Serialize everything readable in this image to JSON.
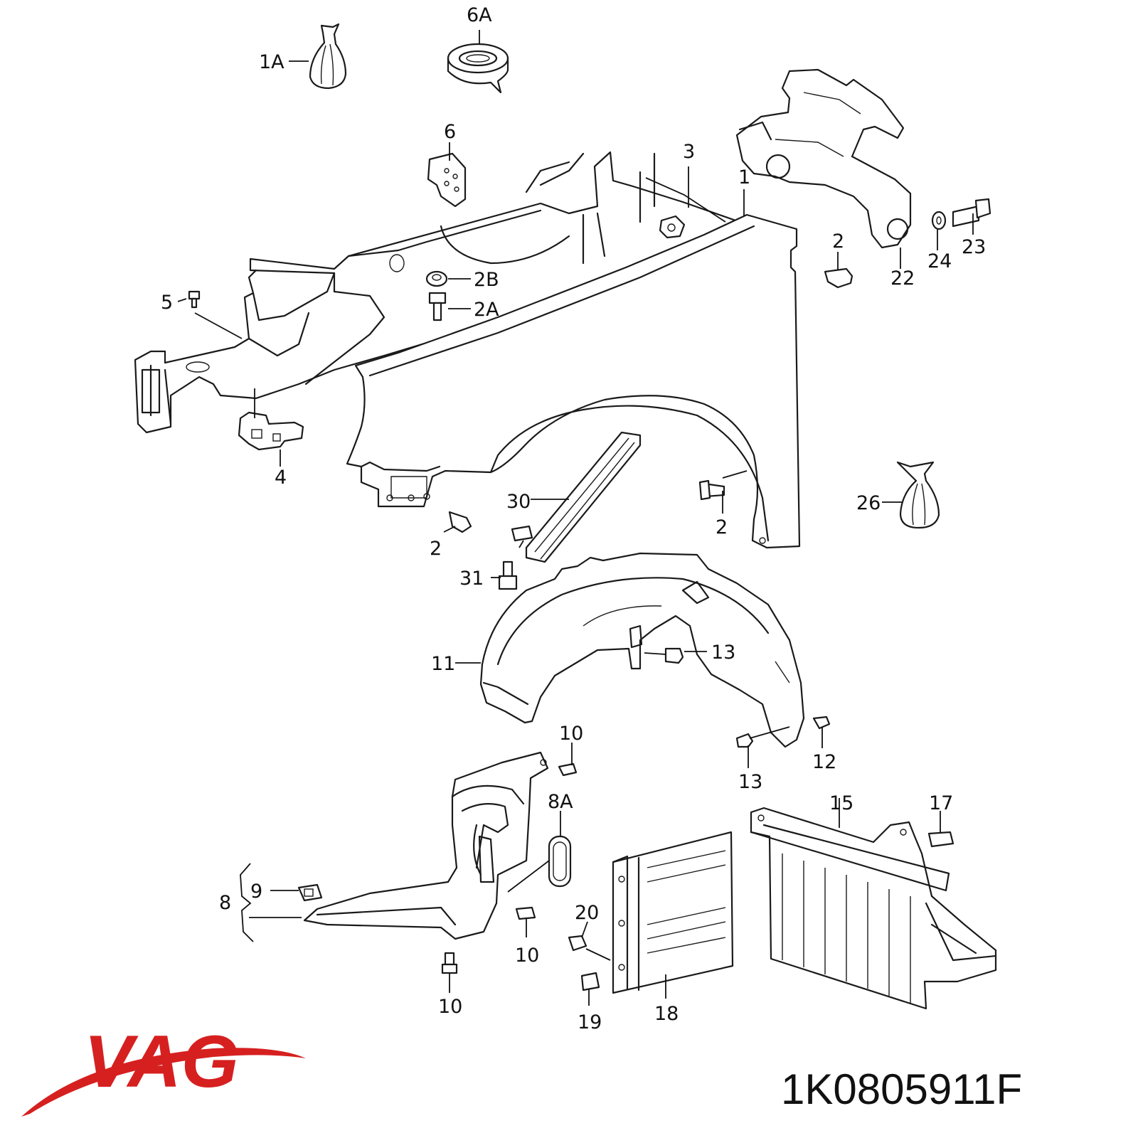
{
  "brand": {
    "logo_text": "VAG",
    "color": "#d62020"
  },
  "part_number": "1K0805911F",
  "labels": [
    {
      "key": "lbl-1A",
      "text": "1A"
    },
    {
      "key": "lbl-6A",
      "text": "6A"
    },
    {
      "key": "lbl-6",
      "text": "6"
    },
    {
      "key": "lbl-3",
      "text": "3"
    },
    {
      "key": "lbl-1",
      "text": "1"
    },
    {
      "key": "lbl-2-top",
      "text": "2"
    },
    {
      "key": "lbl-22",
      "text": "22"
    },
    {
      "key": "lbl-24",
      "text": "24"
    },
    {
      "key": "lbl-23",
      "text": "23"
    },
    {
      "key": "lbl-2B",
      "text": "2B"
    },
    {
      "key": "lbl-2A",
      "text": "2A"
    },
    {
      "key": "lbl-5",
      "text": "5"
    },
    {
      "key": "lbl-4",
      "text": "4"
    },
    {
      "key": "lbl-30",
      "text": "30"
    },
    {
      "key": "lbl-2-left",
      "text": "2"
    },
    {
      "key": "lbl-2-right",
      "text": "2"
    },
    {
      "key": "lbl-26",
      "text": "26"
    },
    {
      "key": "lbl-31",
      "text": "31"
    },
    {
      "key": "lbl-11",
      "text": "11"
    },
    {
      "key": "lbl-13-top",
      "text": "13"
    },
    {
      "key": "lbl-13-bottom",
      "text": "13"
    },
    {
      "key": "lbl-12",
      "text": "12"
    },
    {
      "key": "lbl-10-top",
      "text": "10"
    },
    {
      "key": "lbl-8A",
      "text": "8A"
    },
    {
      "key": "lbl-15",
      "text": "15"
    },
    {
      "key": "lbl-17",
      "text": "17"
    },
    {
      "key": "lbl-9",
      "text": "9"
    },
    {
      "key": "lbl-8",
      "text": "8"
    },
    {
      "key": "lbl-20",
      "text": "20"
    },
    {
      "key": "lbl-10-mid",
      "text": "10"
    },
    {
      "key": "lbl-10-bottom",
      "text": "10"
    },
    {
      "key": "lbl-19",
      "text": "19"
    },
    {
      "key": "lbl-18",
      "text": "18"
    }
  ]
}
